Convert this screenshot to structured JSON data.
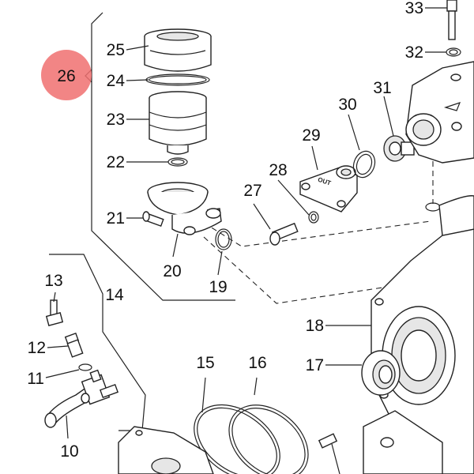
{
  "diagram": {
    "highlight": {
      "label": "26",
      "color": "#f07070"
    },
    "labels": {
      "p33": "33",
      "p32": "32",
      "p31": "31",
      "p30": "30",
      "p29": "29",
      "p28": "28",
      "p27": "27",
      "p25": "25",
      "p24": "24",
      "p23": "23",
      "p22": "22",
      "p21": "21",
      "p20": "20",
      "p19": "19",
      "p18": "18",
      "p17": "17",
      "p16": "16",
      "p15": "15",
      "p14": "14",
      "p13": "13",
      "p12": "12",
      "p11": "11",
      "p10": "10"
    },
    "stamp_text": "OUT"
  }
}
